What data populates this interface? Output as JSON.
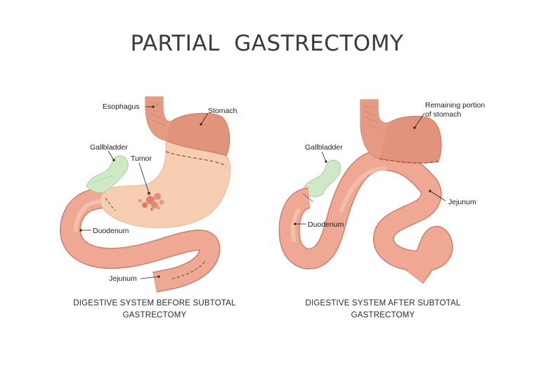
{
  "title": "PARTIAL  GASTRECTOMY",
  "before": {
    "labels": {
      "esophagus": "Esophagus",
      "stomach": "Stomach",
      "gallbladder": "Gallbladder",
      "tumor": "Tumor",
      "duodenum": "Duodenum",
      "jejunum": "Jejunum"
    },
    "caption_line1": "DIGESTIVE SYSTEM BEFORE SUBTOTAL",
    "caption_line2": "GASTRECTOMY"
  },
  "after": {
    "labels": {
      "remaining_line1": "Remaining portion",
      "remaining_line2": "of stomach",
      "gallbladder": "Gallbladder",
      "jejunum": "Jejunum",
      "duodenum": "Duodenum"
    },
    "caption_line1": "DIGESTIVE SYSTEM AFTER SUBTOTAL",
    "caption_line2": "GASTRECTOMY"
  },
  "colors": {
    "stomach_upper": "#e2937c",
    "stomach_lower": "#f6cdb0",
    "intestine": "#eea893",
    "intestine_edge": "#d07e6a",
    "gallbladder": "#cde8c4",
    "tumor": "#e1826a"
  }
}
